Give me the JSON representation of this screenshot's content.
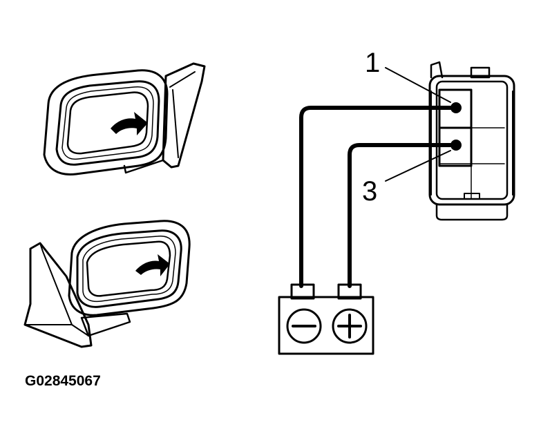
{
  "diagram": {
    "figure_code": "G02845067",
    "connector_pins": [
      {
        "label": "1"
      },
      {
        "label": "3"
      }
    ],
    "battery": {
      "negative_symbol": "minus-icon",
      "positive_symbol": "plus-icon"
    },
    "mirror_arrow_icon": "curved-arrow-icon",
    "colors": {
      "ink": "#000000",
      "paper": "#ffffff",
      "highlight": "#e0e0e0"
    }
  }
}
